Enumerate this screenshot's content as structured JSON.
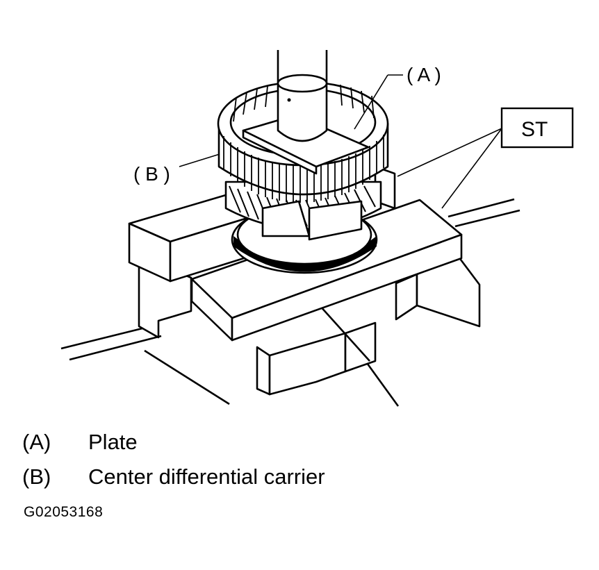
{
  "diagram": {
    "callouts": {
      "a": "( A )",
      "b": "( B )",
      "st": "ST"
    }
  },
  "legend": [
    {
      "key": "(A)",
      "label": "Plate"
    },
    {
      "key": "(B)",
      "label": "Center differential carrier"
    }
  ],
  "figure_id": "G02053168"
}
